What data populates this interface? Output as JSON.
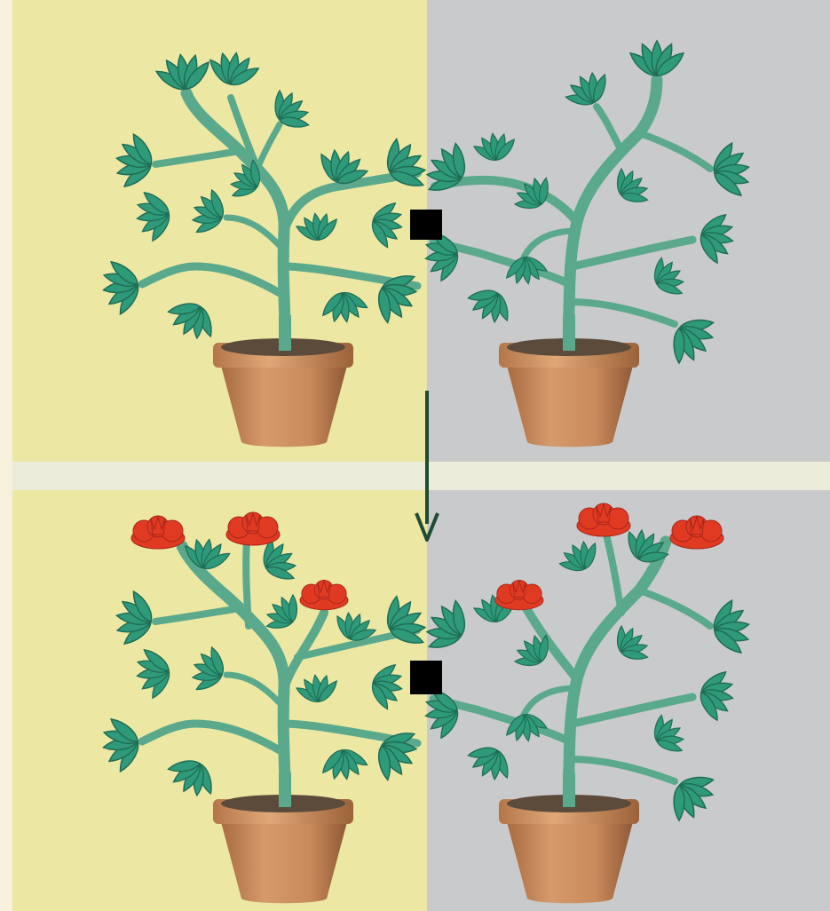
{
  "figure": {
    "colors": {
      "page_background": "#f7f1dc",
      "long_day_panel": "#ece7a3",
      "short_day_panel": "#c9cacb",
      "divider_band": "#ececdb",
      "stem": "#5aa98c",
      "leaf": "#2f9a7a",
      "leaf_dark": "#1f6e56",
      "pot": "#c98a5c",
      "pot_shadow": "#9a603a",
      "soil": "#5c4a3a",
      "flower": "#e03a22",
      "junction_box": "#000000",
      "arrow": "#1f4a34"
    },
    "stages": [
      {
        "name": "before",
        "plant_count": 2,
        "flowers": false
      },
      {
        "name": "after",
        "plant_count": 2,
        "flowers": true
      }
    ],
    "icons": {
      "junction": "black-square-icon",
      "transition": "down-arrow-icon"
    }
  }
}
